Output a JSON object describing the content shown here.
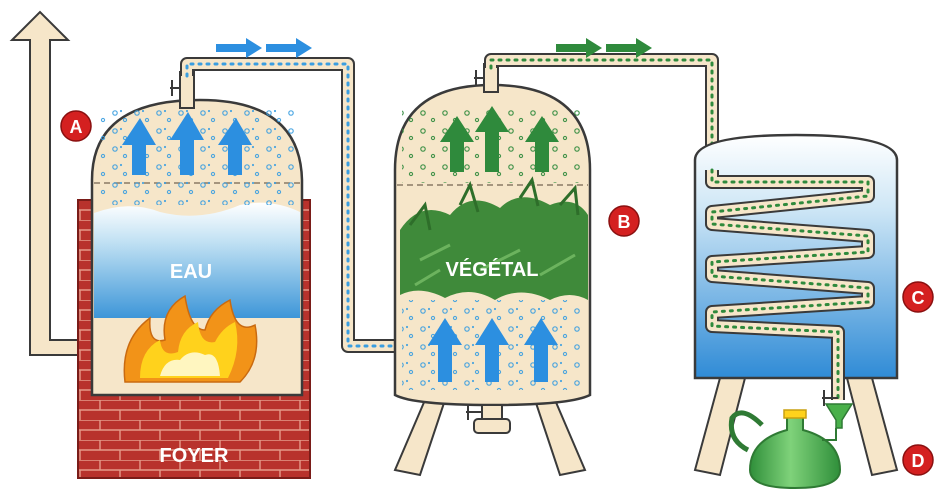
{
  "labels": {
    "water": "EAU",
    "plant": "VÉGÉTAL",
    "furnace": "FOYER"
  },
  "markers": {
    "a": "A",
    "b": "B",
    "c": "C",
    "d": "D"
  },
  "colors": {
    "cream": "#f6e6c9",
    "outline": "#3a3a3a",
    "brick": "#b8322c",
    "water_top": "#ffffff",
    "water_bottom": "#3d96d8",
    "arrow_blue": "#2c8fe0",
    "arrow_green": "#2f8a3c",
    "foliage": "#3f8a3a",
    "marker_red": "#d42020",
    "flask_green": "#49b04a",
    "flame_yellow": "#ffd21c",
    "flame_orange": "#f29318"
  },
  "icons": {
    "steam_arrows": "flow-right-arrow-icon",
    "exhaust": "chimney-arrow-icon",
    "valve": "valve-icon",
    "flame": "flame-icon"
  }
}
